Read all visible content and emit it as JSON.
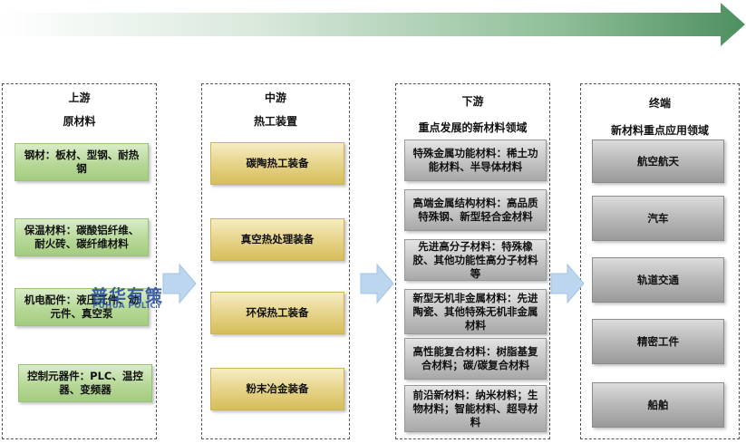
{
  "columns": [
    {
      "title": "上游",
      "subtitle": "原材料",
      "items": [
        "钢材：板材、型钢、耐热钢",
        "保温材料：碳酸铝纤维、耐火砖、碳纤维材料",
        "机电配件：液压元件、动元件、真空泵",
        "控制元器件：PLC、温控器、变频器"
      ]
    },
    {
      "title": "中游",
      "subtitle": "热工装置",
      "items": [
        "碳陶热工装备",
        "真空热处理装备",
        "环保热工装备",
        "粉末冶金装备"
      ]
    },
    {
      "title": "下游",
      "subtitle": "重点发展的新材料领域",
      "items": [
        "特殊金属功能材料：稀土功能材料、半导体材料",
        "高端金属结构材料：高品质特殊钢、新型轻合金材料",
        "先进高分子材料：特殊橡胶、其他功能性高分子材料等",
        "新型无机非金属材料：先进陶瓷、其他特殊无机非金属材料",
        "高性能复合材料：树脂基复合材料；碳/碳复合材料",
        "前沿新材料：纳米材料；生物材料；智能材料、超导材料"
      ]
    },
    {
      "title": "终端",
      "subtitle": "新材料重点应用领域",
      "items": [
        "航空航天",
        "汽车",
        "轨道交通",
        "精密工件",
        "船舶"
      ]
    }
  ],
  "watermark": {
    "text": "普华有策",
    "sub": "PUHUA POLICY"
  },
  "colors": {
    "top_arrow": "#4d8f5f",
    "side_arrow": "#bcd6f0",
    "green_box": "#b7d898",
    "gold_box": "#e6d48a",
    "gray_box": "#b8b8b8"
  }
}
